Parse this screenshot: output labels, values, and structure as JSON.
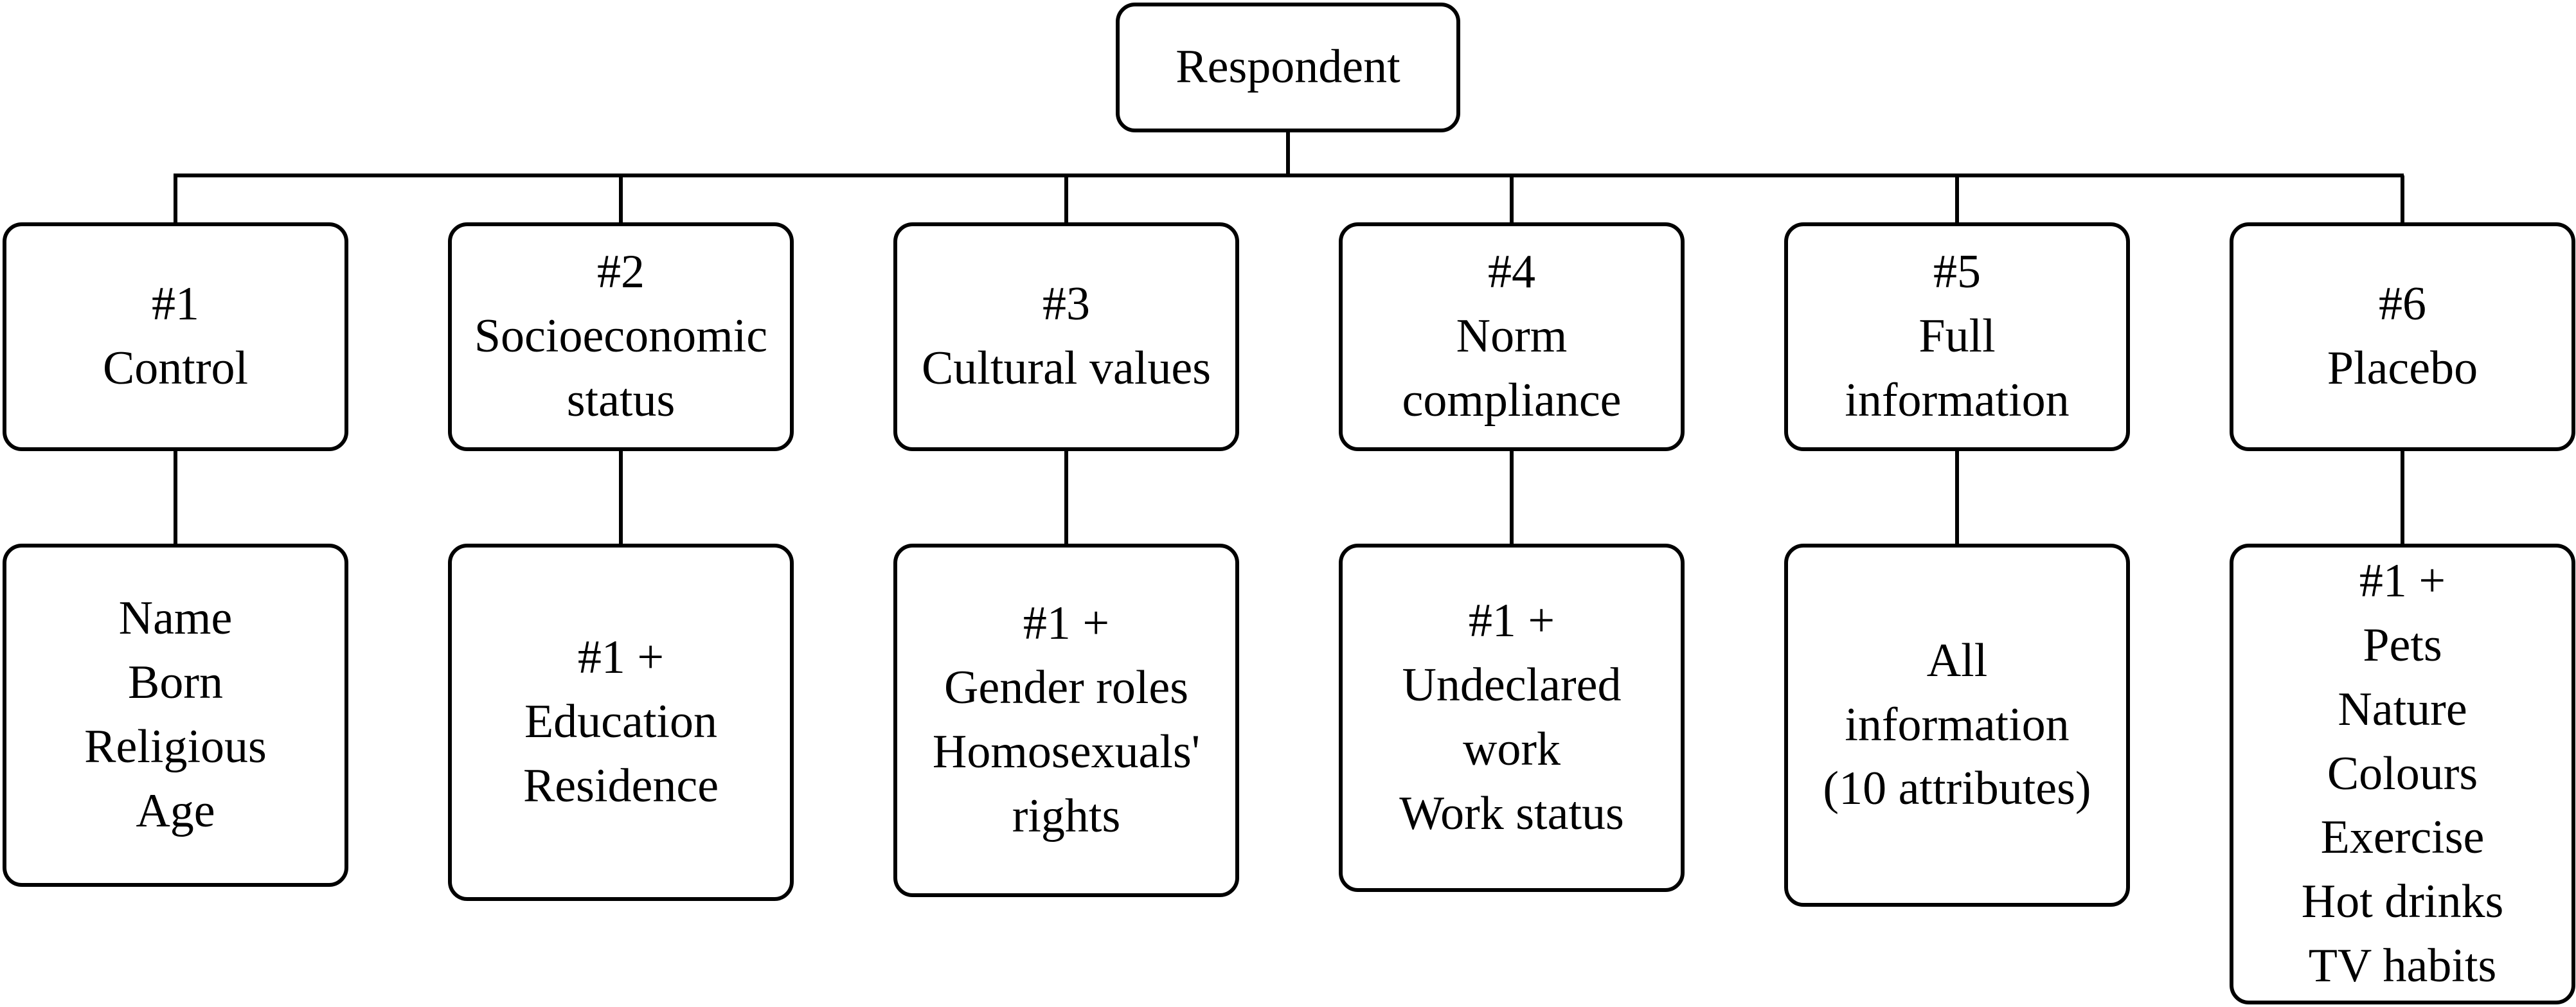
{
  "root": {
    "label": "Respondent"
  },
  "categories": [
    {
      "number": "#1",
      "lines": [
        "Control"
      ]
    },
    {
      "number": "#2",
      "lines": [
        "Socioeconomic",
        "status"
      ]
    },
    {
      "number": "#3",
      "lines": [
        "Cultural values"
      ]
    },
    {
      "number": "#4",
      "lines": [
        "Norm",
        "compliance"
      ]
    },
    {
      "number": "#5",
      "lines": [
        "Full",
        "information"
      ]
    },
    {
      "number": "#6",
      "lines": [
        "Placebo"
      ]
    }
  ],
  "details": [
    {
      "lines": [
        "Name",
        "Born",
        "Religious",
        "Age"
      ]
    },
    {
      "lines": [
        "#1 +",
        "Education",
        "Residence"
      ]
    },
    {
      "lines": [
        "#1 +",
        "Gender roles",
        "Homosexuals'",
        "rights"
      ]
    },
    {
      "lines": [
        "#1 +",
        "Undeclared",
        "work",
        "Work status"
      ]
    },
    {
      "lines": [
        "All",
        "information",
        "(10 attributes)"
      ]
    },
    {
      "lines": [
        "#1 +",
        "Pets",
        "Nature",
        "Colours",
        "Exercise",
        "Hot drinks",
        "TV habits"
      ]
    }
  ]
}
